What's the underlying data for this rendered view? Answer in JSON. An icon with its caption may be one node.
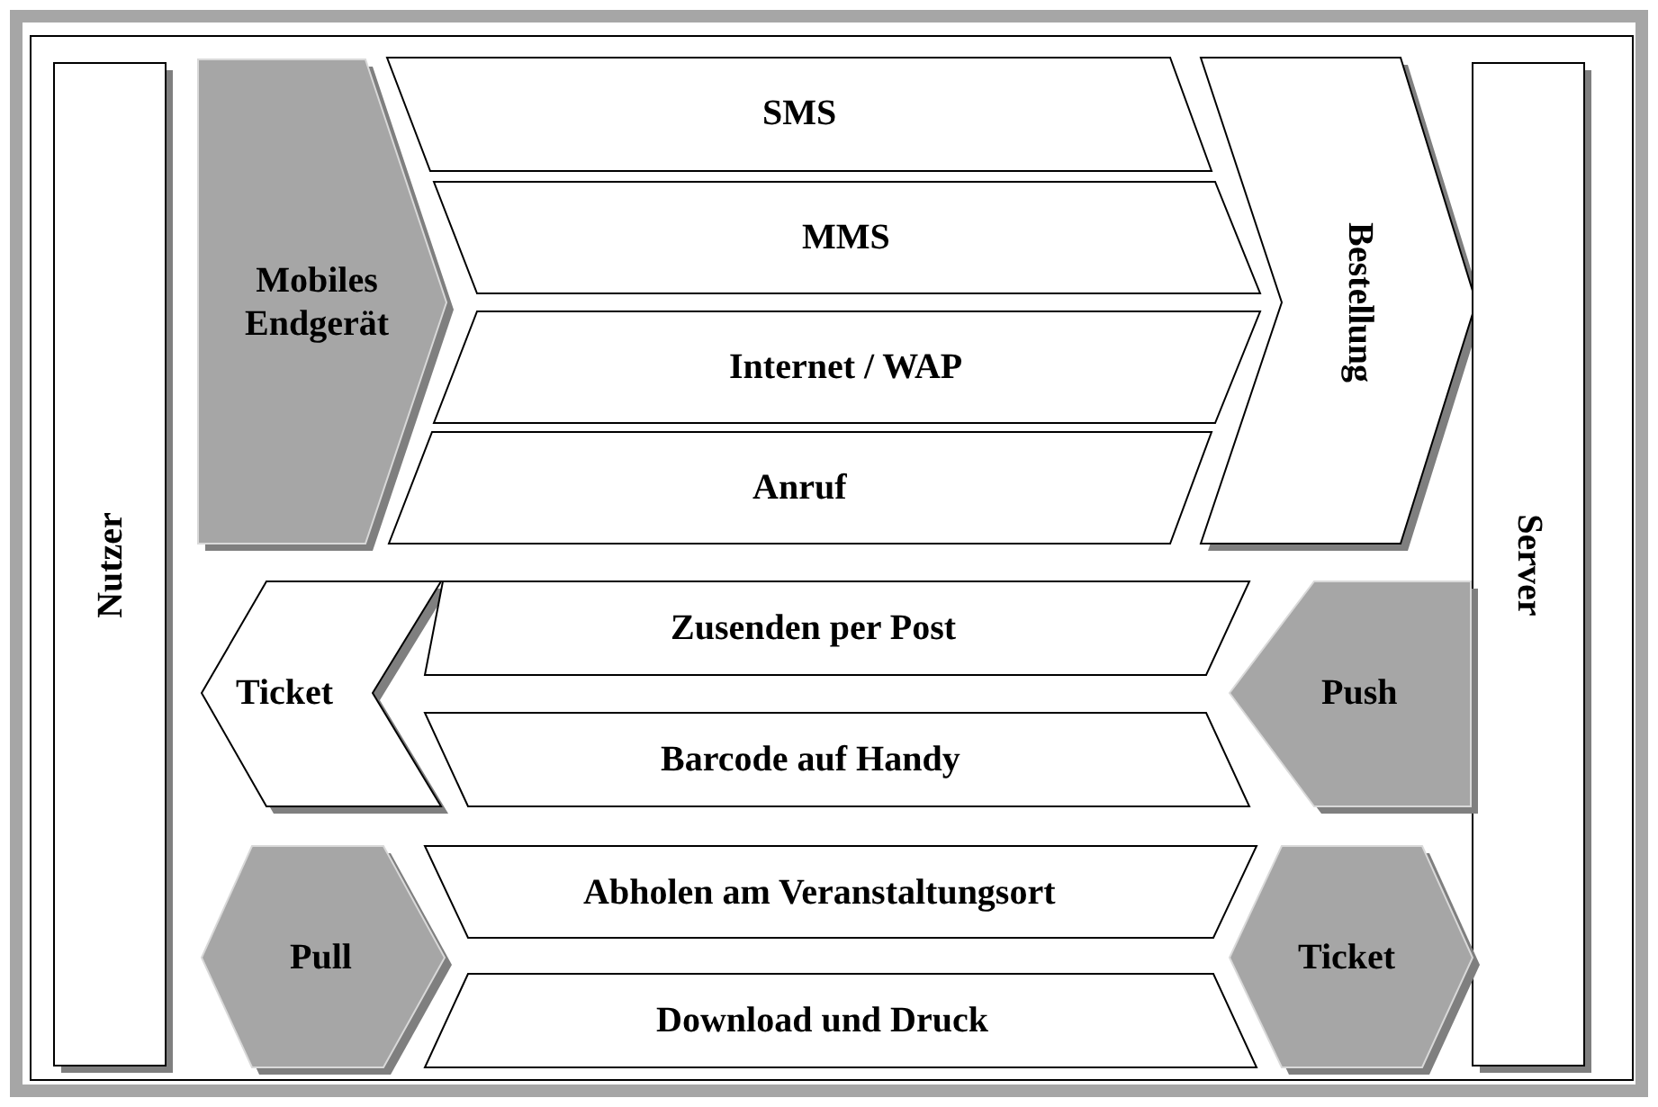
{
  "diagram": {
    "nodes": [
      {
        "text": [
          "Nutzer"
        ]
      },
      {
        "text": [
          "Mobiles Endgerät"
        ]
      },
      {
        "text": [
          "SMS"
        ]
      },
      {
        "text": [
          "MMS"
        ]
      },
      {
        "text": [
          "Internet / WAP"
        ]
      },
      {
        "text": [
          "Anruf"
        ]
      },
      {
        "text": [
          "Bestellung"
        ]
      },
      {
        "text": [
          "Server"
        ]
      },
      {
        "text": [
          "Ticket"
        ]
      },
      {
        "text": [
          "Zusenden per Post"
        ]
      },
      {
        "text": [
          "Barcode auf Handy"
        ]
      },
      {
        "text": [
          "Push"
        ]
      },
      {
        "text": [
          "Pull"
        ]
      },
      {
        "text": [
          "Abholen am Veranstaltungsort"
        ]
      },
      {
        "text": [
          "Download und Druck"
        ]
      },
      {
        "text": [
          "Ticket"
        ]
      }
    ]
  }
}
